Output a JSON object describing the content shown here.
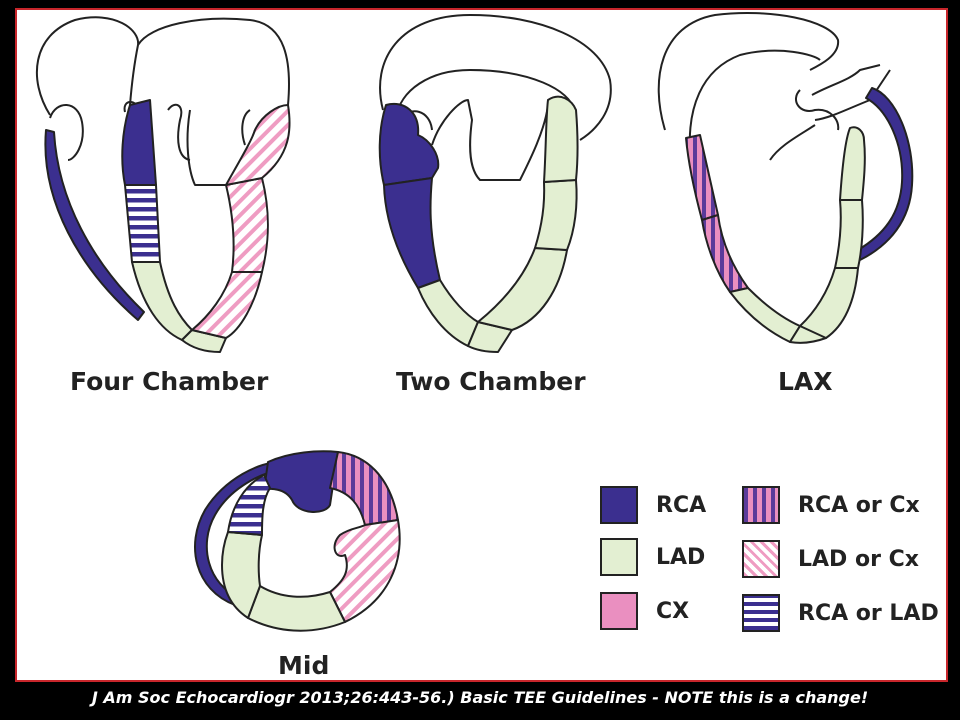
{
  "views": {
    "four_chamber": "Four Chamber",
    "two_chamber": "Two Chamber",
    "lax": "LAX",
    "mid": "Mid"
  },
  "legend": [
    {
      "key": "rca",
      "label": "RCA",
      "fill": "solid-navy"
    },
    {
      "key": "lad",
      "label": "LAD",
      "fill": "solid-green"
    },
    {
      "key": "cx",
      "label": "CX",
      "fill": "solid-pink"
    },
    {
      "key": "rca_or_cx",
      "label": "RCA or Cx",
      "fill": "vertical-stripes"
    },
    {
      "key": "lad_or_cx",
      "label": "LAD or Cx",
      "fill": "diagonal-stripes"
    },
    {
      "key": "rca_or_lad",
      "label": "RCA or LAD",
      "fill": "horizontal-stripes"
    }
  ],
  "caption": "J Am Soc Echocardiogr 2013;26:443-56.) Basic TEE Guidelines  - NOTE this is a change!",
  "colors": {
    "rca": "#3b2f8f",
    "lad": "#e3efd2",
    "cx": "#ea8fc0",
    "outline": "#222222",
    "frame": "#c8262b",
    "background": "#000000"
  }
}
